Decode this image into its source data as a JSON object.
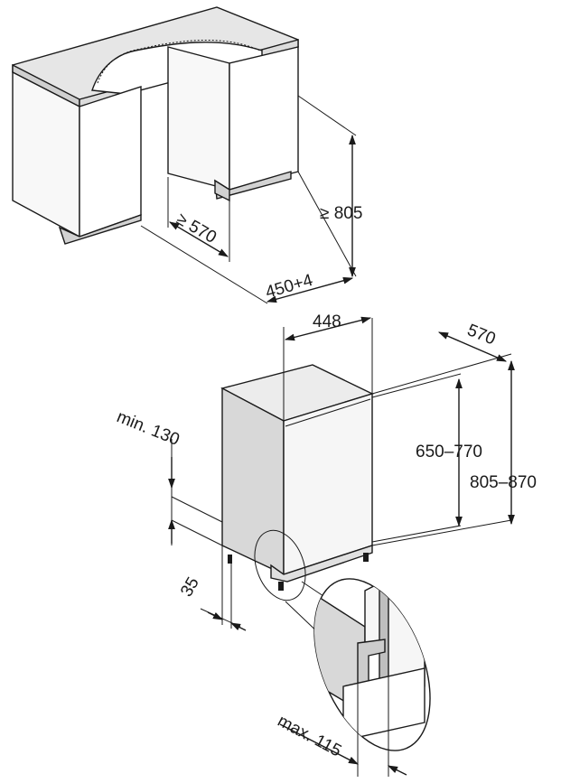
{
  "dimensions": {
    "niche_depth": "≥ 570",
    "niche_height": "≥ 805",
    "niche_width": "450+4",
    "appliance_width": "448",
    "appliance_depth": "570",
    "door_height": "650–770",
    "total_height": "805–870",
    "min_clearance": "min. 130",
    "plinth_offset": "35",
    "max_protrusion": "max. 115"
  },
  "colors": {
    "countertop": "#e6e6e6",
    "cabinet_front": "#f8f8f8",
    "cabinet_side": "#d2d2d2",
    "appliance_door": "#f6f6f6",
    "appliance_side": "#d8d8d8",
    "lines": "#1a1a1a"
  }
}
